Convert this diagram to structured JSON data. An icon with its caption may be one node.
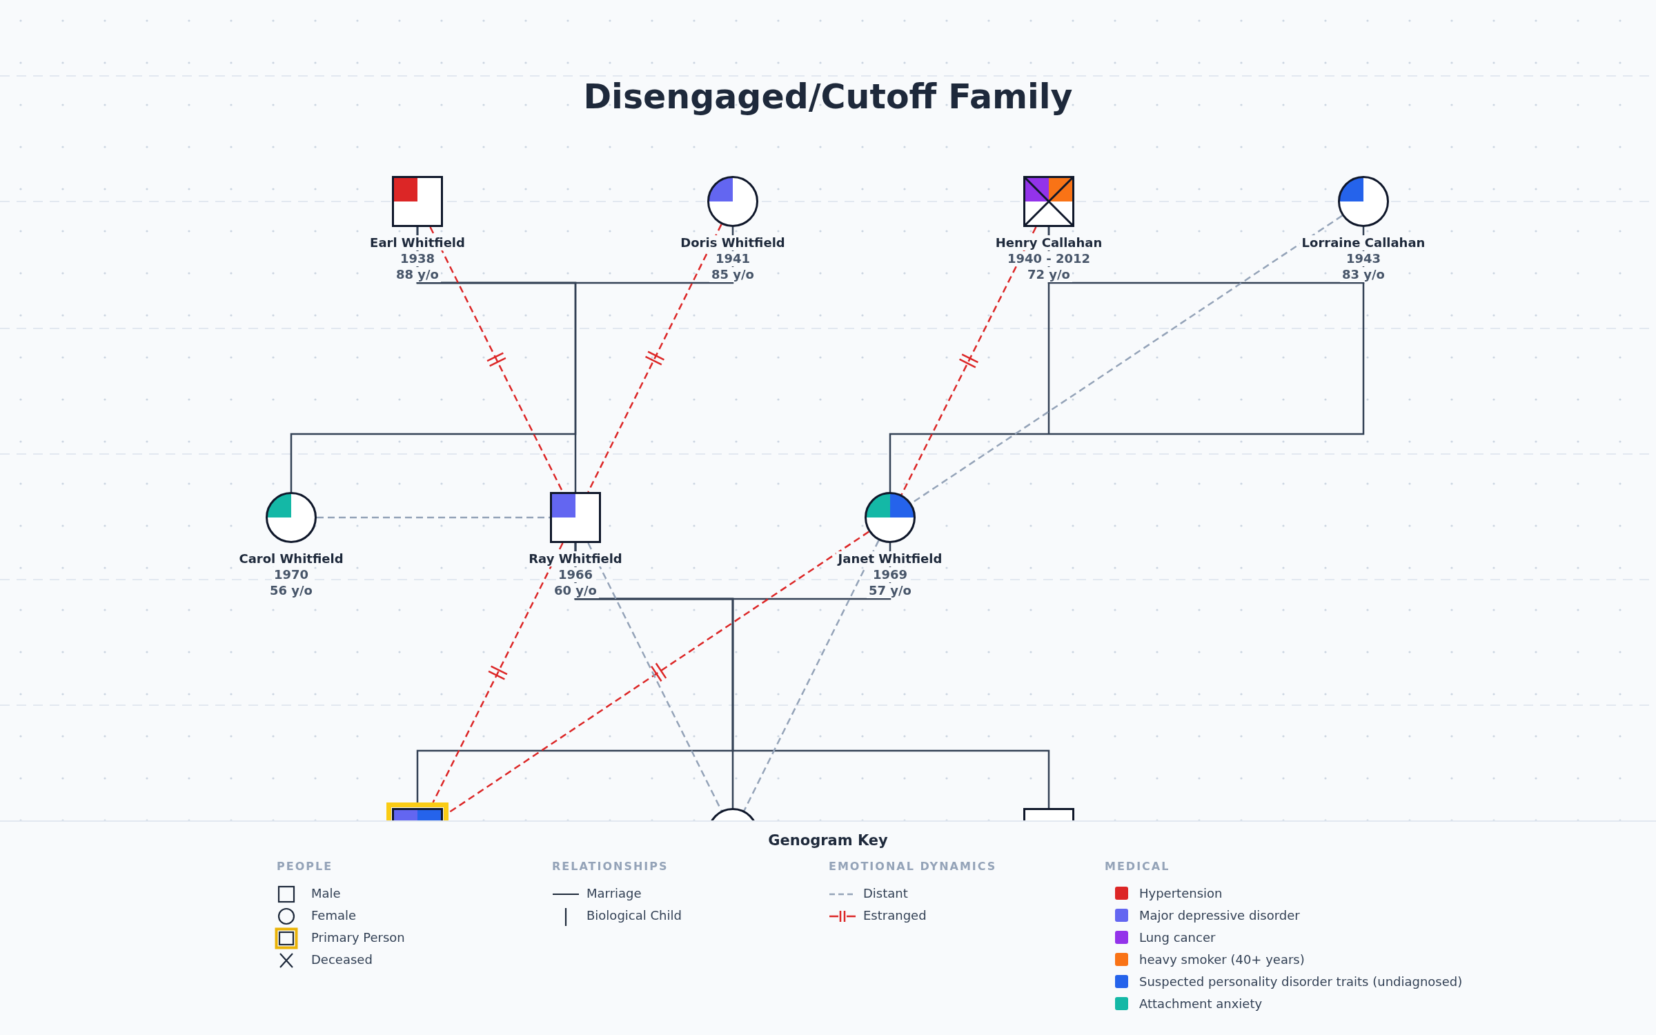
{
  "diagram": {
    "title": "Disengaged/Cutoff Family",
    "nodes": [
      {
        "text": [
          "Earl Whitfield",
          "1938",
          "88 y/o"
        ]
      },
      {
        "text": [
          "Doris Whitfield",
          "1941",
          "85 y/o"
        ]
      },
      {
        "text": [
          "Henry Callahan",
          "1940 - 2012",
          "72 y/o"
        ]
      },
      {
        "text": [
          "Lorraine Callahan",
          "1943",
          "83 y/o"
        ]
      },
      {
        "text": [
          "Carol Whitfield",
          "1970",
          "56 y/o"
        ]
      },
      {
        "text": [
          "Ray Whitfield",
          "1966",
          "60 y/o"
        ]
      },
      {
        "text": [
          "Janet Whitfield",
          "1969",
          "57 y/o"
        ]
      },
      {
        "text": [],
        "shape": "box"
      },
      {
        "text": [],
        "shape": "circle"
      },
      {
        "text": [],
        "shape": "box"
      }
    ],
    "edges": [
      {
        "from": 0,
        "to": 1,
        "arrow": "none"
      },
      {
        "from": 0,
        "to": 4,
        "arrow": "none"
      },
      {
        "from": 0,
        "to": 5,
        "arrow": "none"
      },
      {
        "from": 2,
        "to": 3,
        "arrow": "none"
      },
      {
        "from": 2,
        "to": 6,
        "arrow": "none"
      },
      {
        "from": 5,
        "to": 6,
        "arrow": "none"
      },
      {
        "from": 5,
        "to": 7,
        "arrow": "none"
      },
      {
        "from": 5,
        "to": 8,
        "arrow": "none"
      },
      {
        "from": 5,
        "to": 9,
        "arrow": "none"
      },
      {
        "from": 0,
        "to": 5,
        "arrow": "none",
        "style": "dashed",
        "color": "#dc2626"
      },
      {
        "from": 1,
        "to": 5,
        "arrow": "none",
        "style": "dashed",
        "color": "#dc2626"
      },
      {
        "from": 2,
        "to": 6,
        "arrow": "none",
        "style": "dashed",
        "color": "#dc2626"
      },
      {
        "from": 5,
        "to": 7,
        "arrow": "none",
        "style": "dashed",
        "color": "#dc2626"
      },
      {
        "from": 6,
        "to": 7,
        "arrow": "none",
        "style": "dashed",
        "color": "#dc2626"
      },
      {
        "from": 4,
        "to": 5,
        "arrow": "none",
        "style": "dashed",
        "color": "#94a3b8"
      },
      {
        "from": 3,
        "to": 6,
        "arrow": "none",
        "style": "dashed",
        "color": "#94a3b8"
      },
      {
        "from": 5,
        "to": 8,
        "arrow": "none",
        "style": "dashed",
        "color": "#94a3b8"
      },
      {
        "from": 6,
        "to": 8,
        "arrow": "none",
        "style": "dashed",
        "color": "#94a3b8"
      }
    ],
    "labels": [
      "Genogram Key",
      "PEOPLE",
      "RELATIONSHIPS",
      "EMOTIONAL DYNAMICS",
      "MEDICAL"
    ],
    "legend": [
      {
        "text": "Male"
      },
      {
        "text": "Female"
      },
      {
        "text": "Primary Person"
      },
      {
        "text": "Deceased"
      },
      {
        "text": "Marriage"
      },
      {
        "text": "Biological Child"
      },
      {
        "text": "Distant"
      },
      {
        "text": "Estranged"
      },
      {
        "text": "Hypertension",
        "color": "#dc2626"
      },
      {
        "text": "Major depressive disorder",
        "color": "#6366f1"
      },
      {
        "text": "Lung cancer",
        "color": "#9333ea"
      },
      {
        "text": "heavy smoker (40+ years)",
        "color": "#f97316"
      },
      {
        "text": "Suspected personality disorder traits (undiagnosed)",
        "color": "#2563eb"
      },
      {
        "text": "Attachment anxiety",
        "color": "#14b8a6"
      }
    ]
  }
}
